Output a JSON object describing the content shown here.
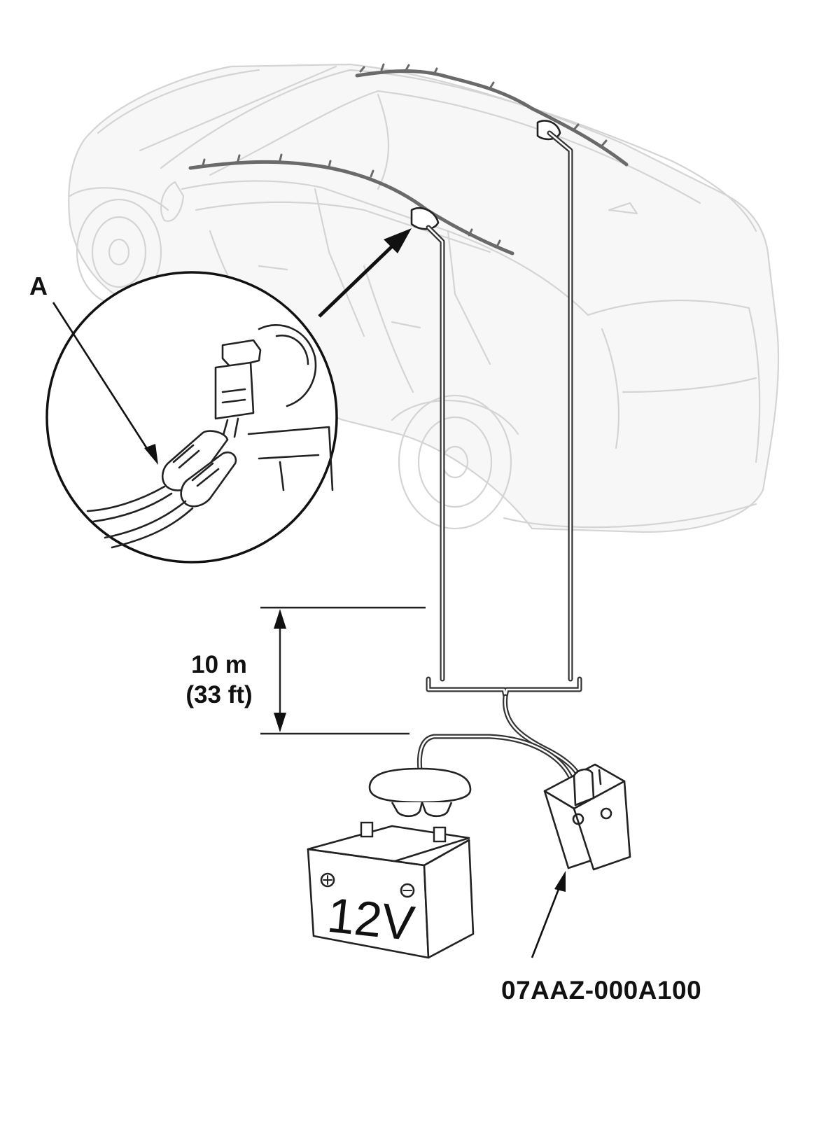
{
  "labels": {
    "callout_a": "A",
    "distance_value": "10 m",
    "distance_imperial": "(33 ft)",
    "tool_part_number": "07AAZ-000A100",
    "battery_voltage": "12V"
  },
  "icons": {
    "positive_terminal": "plus-in-circle",
    "negative_terminal": "minus-in-circle"
  },
  "colors": {
    "line_art": "#222222",
    "vehicle_ghost": "#d4d4d4",
    "background": "#ffffff"
  }
}
